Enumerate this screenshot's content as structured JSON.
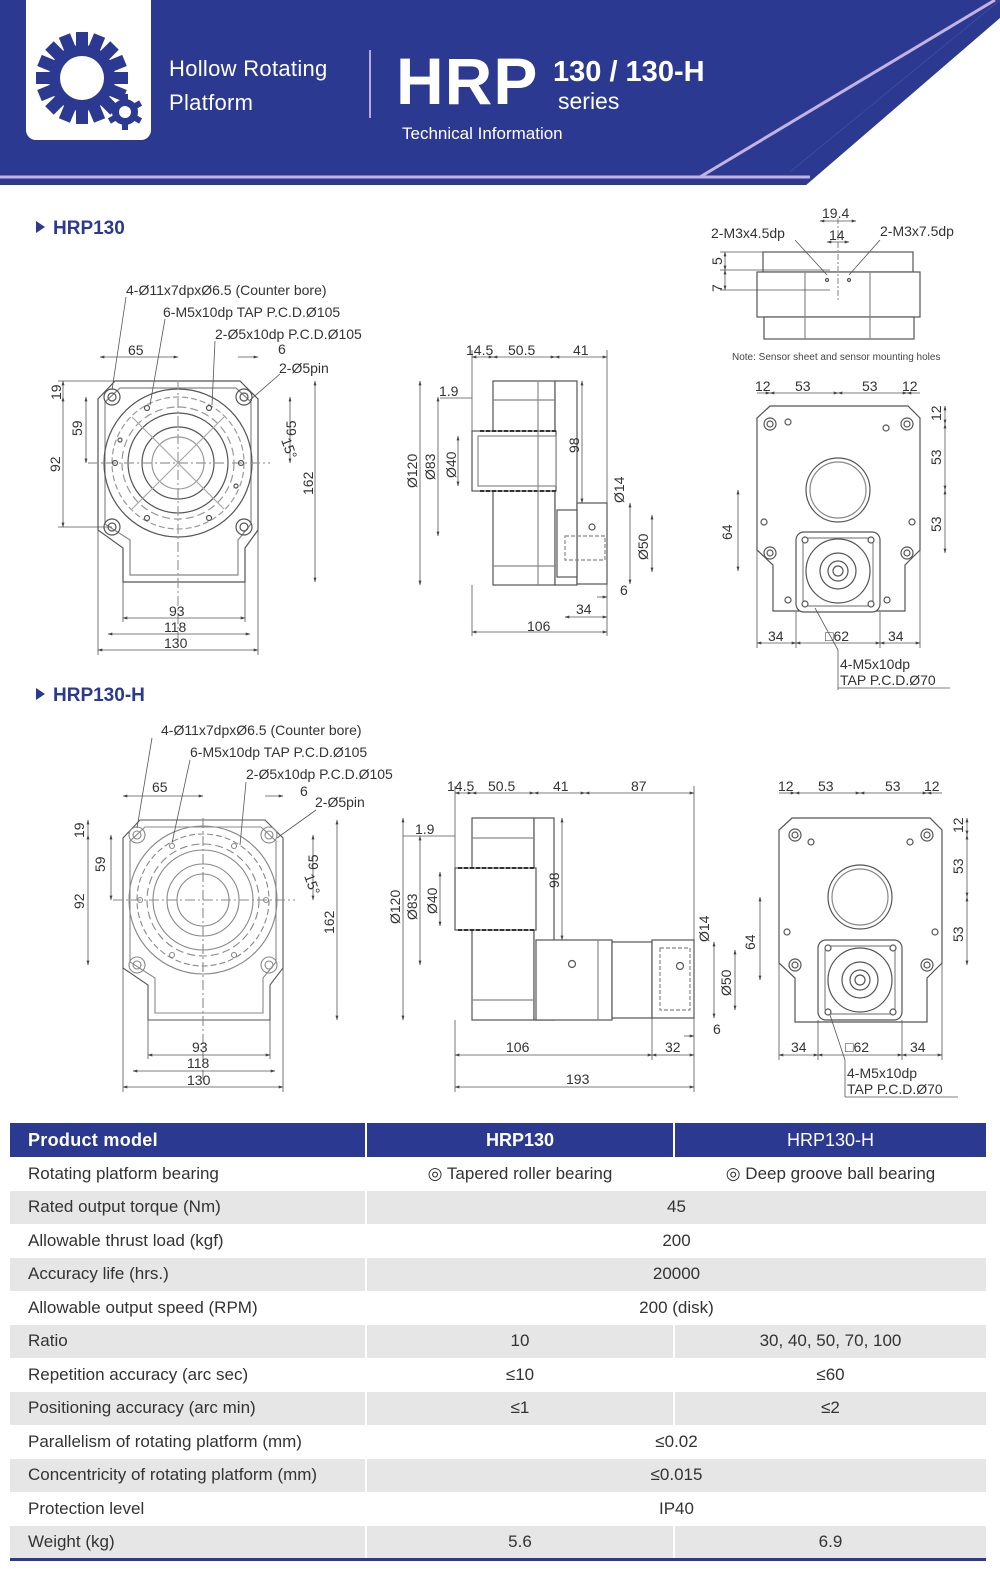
{
  "header": {
    "subtitle_line1": "Hollow Rotating",
    "subtitle_line2": "Platform",
    "brand": "HRP",
    "model": "130 / 130-H",
    "series": "series",
    "tech_info": "Technical Information",
    "colors": {
      "navy": "#2b3990",
      "lavender": "#b9a6dc",
      "logo": "#2b3990"
    }
  },
  "sections": {
    "hrp130_title": "HRP130",
    "hrp130h_title": "HRP130-H"
  },
  "hrp130": {
    "front": {
      "callout1": "4-Ø11x7dpxØ6.5 (Counter bore)",
      "callout2": "6-M5x10dp TAP P.C.D.Ø105",
      "callout3": "2-Ø5x10dp P.C.D.Ø105",
      "callout4": "2-Ø5pin",
      "d65_top": "65",
      "d6": "6",
      "d19": "19",
      "d59": "59",
      "d92": "92",
      "d65_side": "65",
      "d15": "15°",
      "d162": "162",
      "d93": "93",
      "d118": "118",
      "d130": "130"
    },
    "side": {
      "d14_5": "14.5",
      "d50_5": "50.5",
      "d41": "41",
      "d1_9": "1.9",
      "d120": "Ø120",
      "d83": "Ø83",
      "d40": "Ø40",
      "d98": "98",
      "d14": "Ø14",
      "d50": "Ø50",
      "d6": "6",
      "d34": "34",
      "d106": "106"
    },
    "sensor": {
      "d19_4": "19.4",
      "d14": "14",
      "left": "2-M3x4.5dp",
      "right": "2-M3x7.5dp",
      "d5": "5",
      "d7": "7",
      "note": "Note: Sensor sheet and sensor mounting holes"
    },
    "rear": {
      "d12a": "12",
      "d53a": "53",
      "d53b": "53",
      "d12b": "12",
      "r12": "12",
      "r53a": "53",
      "r53b": "53",
      "d64": "64",
      "d34a": "34",
      "sq62": "□62",
      "d34b": "34",
      "tap1": "4-M5x10dp",
      "tap2": "TAP P.C.D.Ø70"
    }
  },
  "hrp130h": {
    "front": {
      "callout1": "4-Ø11x7dpxØ6.5 (Counter bore)",
      "callout2": "6-M5x10dp TAP P.C.D.Ø105",
      "callout3": "2-Ø5x10dp P.C.D.Ø105",
      "callout4": "2-Ø5pin",
      "d65_top": "65",
      "d6": "6",
      "d19": "19",
      "d59": "59",
      "d92": "92",
      "d65_side": "65",
      "d15": "15°",
      "d162": "162",
      "d93": "93",
      "d118": "118",
      "d130": "130"
    },
    "side": {
      "d14_5": "14.5",
      "d50_5": "50.5",
      "d41": "41",
      "d87": "87",
      "d1_9": "1.9",
      "d120": "Ø120",
      "d83": "Ø83",
      "d40": "Ø40",
      "d98": "98",
      "d14": "Ø14",
      "d50": "Ø50",
      "d6": "6",
      "d106": "106",
      "d32": "32",
      "d193": "193"
    },
    "rear": {
      "d12a": "12",
      "d53a": "53",
      "d53b": "53",
      "d12b": "12",
      "r12": "12",
      "r53a": "53",
      "r53b": "53",
      "d64": "64",
      "d34a": "34",
      "sq62": "□62",
      "d34b": "34",
      "tap1": "4-M5x10dp",
      "tap2": "TAP P.C.D.Ø70"
    }
  },
  "table": {
    "headers": [
      "Product model",
      "HRP130",
      "HRP130-H"
    ],
    "rows": [
      {
        "label": "Rotating platform bearing",
        "a": "◎ Tapered roller bearing",
        "b": "◎ Deep groove ball bearing"
      },
      {
        "label": "Rated output torque (Nm)",
        "span": "45"
      },
      {
        "label": "Allowable thrust load (kgf)",
        "span": "200"
      },
      {
        "label": "Accuracy life (hrs.)",
        "span": "20000"
      },
      {
        "label": "Allowable output speed (RPM)",
        "span": "200 (disk)"
      },
      {
        "label": "Ratio",
        "a": "10",
        "b": "30, 40, 50, 70, 100"
      },
      {
        "label": "Repetition accuracy (arc sec)",
        "a": "≤10",
        "b": "≤60"
      },
      {
        "label": "Positioning accuracy (arc min)",
        "a": "≤1",
        "b": "≤2"
      },
      {
        "label": "Parallelism of rotating platform (mm)",
        "span": "≤0.02"
      },
      {
        "label": "Concentricity of rotating platform (mm)",
        "span": "≤0.015"
      },
      {
        "label": "Protection level",
        "span": "IP40"
      },
      {
        "label": "Weight (kg)",
        "a": "5.6",
        "b": "6.9"
      }
    ]
  }
}
